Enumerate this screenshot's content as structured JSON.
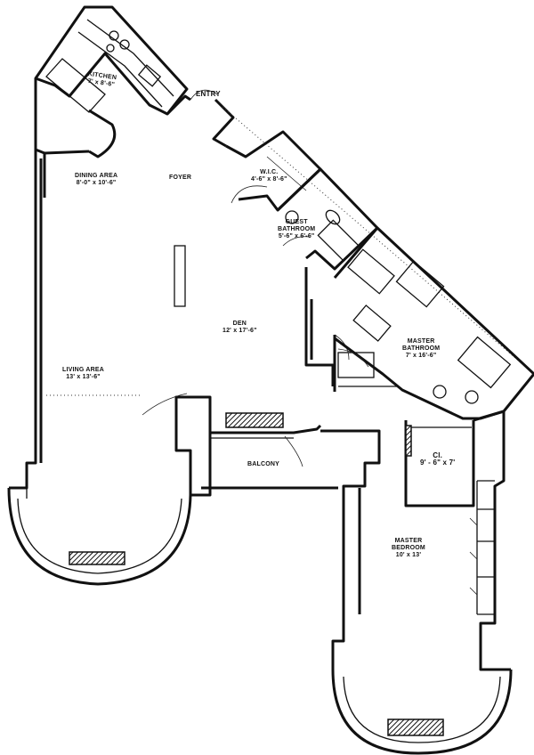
{
  "rooms": {
    "kitchen": {
      "name": "KITCHEN",
      "size": "7' x 8'-6\""
    },
    "entry": {
      "name": "ENTRY"
    },
    "foyer": {
      "name": "FOYER"
    },
    "dining": {
      "name": "DINING AREA",
      "size": "8'-0\" x 10'-6\""
    },
    "wic": {
      "name": "W.I.C.",
      "size": "4'-6\" x 8'-6\""
    },
    "guest_bath": {
      "name": "GUEST",
      "name2": "BATHROOM",
      "size": "5'-6\" x 6'-6\""
    },
    "den": {
      "name": "DEN",
      "size": "12' x 17'-6\""
    },
    "living": {
      "name": "LIVING AREA",
      "size": "13' x 13'-6\""
    },
    "master_bath": {
      "name": "MASTER",
      "name2": "BATHROOM",
      "size": "7' x 16'-6\""
    },
    "balcony": {
      "name": "BALCONY"
    },
    "closet": {
      "name": "Cl.",
      "size": "9' - 6\" x 7'"
    },
    "master_bed": {
      "name": "MASTER",
      "name2": "BEDROOM",
      "size": "10' x 13'"
    }
  },
  "colors": {
    "line": "#111111",
    "background": "#ffffff"
  }
}
